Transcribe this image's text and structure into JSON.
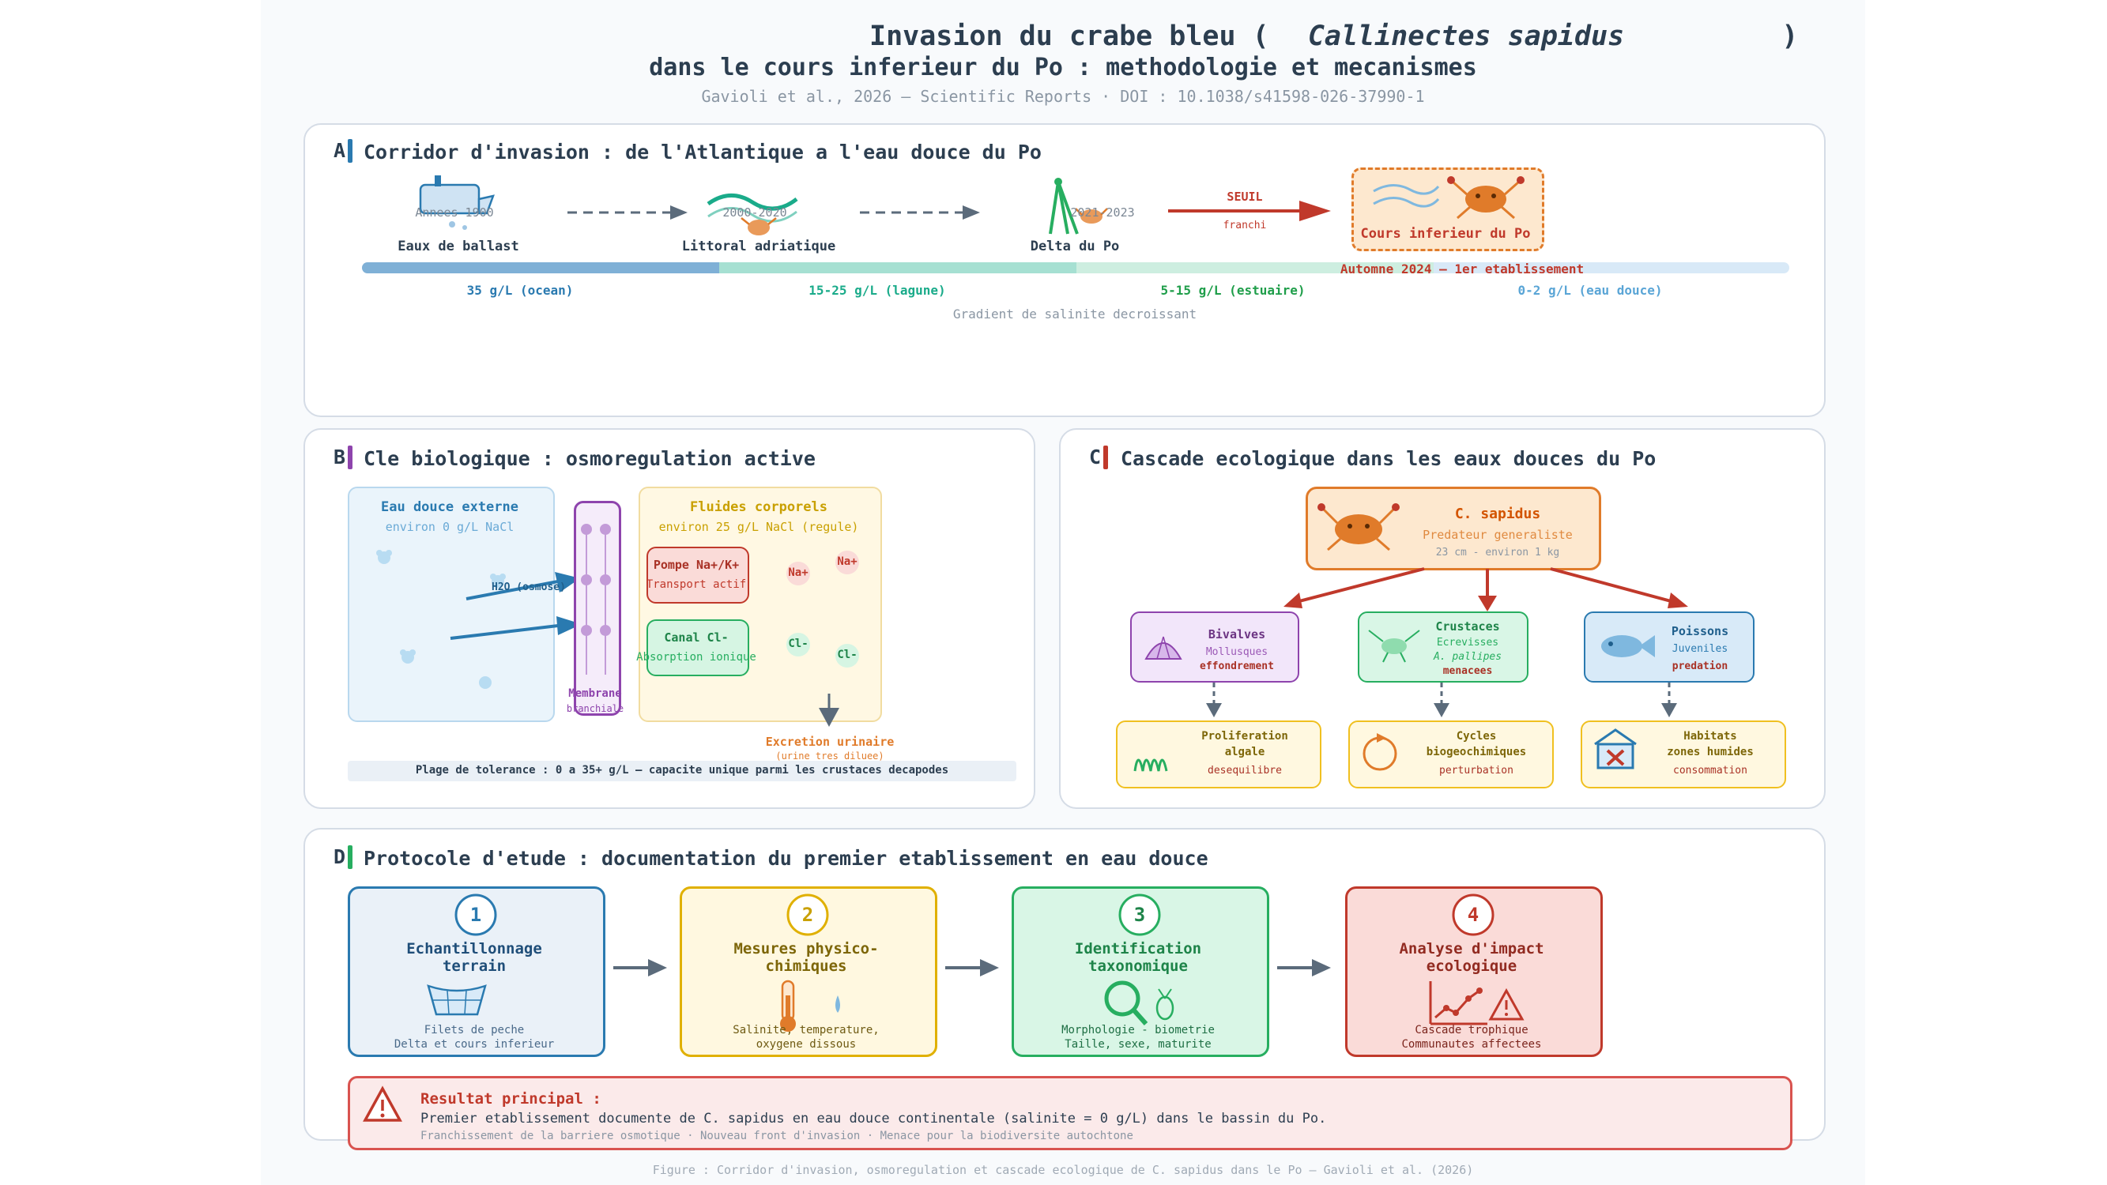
{
  "header": {
    "title_line1_pre": "Invasion du crabe bleu (",
    "title_species": "Callinectes sapidus",
    "title_line1_post": ")",
    "title_line2": "dans le cours inferieur du Po : methodologie et mecanismes",
    "citation": "Gavioli et al., 2026 — Scientific Reports · DOI : 10.1038/s41598-026-37990-1"
  },
  "panel_a": {
    "letter": "A",
    "title": "Corridor d'invasion : de l'Atlantique a l'eau douce du Po",
    "stages": [
      {
        "year": "Annees 1900",
        "label": "Eaux de ballast"
      },
      {
        "year": "2000-2020",
        "label": "Littoral adriatique"
      },
      {
        "year": "2021-2023",
        "label": "Delta du Po"
      },
      {
        "year": "",
        "label": "Cours inferieur du Po"
      }
    ],
    "threshold": {
      "label": "SEUIL",
      "sub": "franchi"
    },
    "establishment": "Automne 2024 — 1er etablissement",
    "salinity": [
      {
        "label": "35 g/L (ocean)",
        "color": "#2a7ab0"
      },
      {
        "label": "15-25 g/L (lagune)",
        "color": "#1aab8a"
      },
      {
        "label": "5-15 g/L (estuaire)",
        "color": "#1f9e4a"
      },
      {
        "label": "0-2 g/L (eau douce)",
        "color": "#5aa5d6"
      }
    ],
    "gradient_caption": "Gradient de salinite decroissant"
  },
  "panel_b": {
    "letter": "B",
    "title": "Cle biologique : osmoregulation active",
    "external": {
      "title": "Eau douce externe",
      "sub": "environ 0 g/L NaCl"
    },
    "water_flow": "H2O (osmose)",
    "membrane": {
      "label": "Membrane",
      "sub": "branchiale"
    },
    "fluids": {
      "title": "Fluides corporels",
      "sub": "environ 25 g/L NaCl (regule)"
    },
    "pump": {
      "title": "Pompe Na+/K+",
      "sub": "Transport actif"
    },
    "channel": {
      "title": "Canal Cl-",
      "sub": "Absorption ionique"
    },
    "ions": {
      "na": "Na+",
      "cl": "Cl-"
    },
    "excretion": {
      "title": "Excretion urinaire",
      "sub": "(urine tres diluee)"
    },
    "tolerance": "Plage de tolerance : 0 a 35+ g/L — capacite unique parmi les crustaces decapodes"
  },
  "panel_c": {
    "letter": "C",
    "title": "Cascade ecologique dans les eaux douces du Po",
    "predator": {
      "name": "C. sapidus",
      "role": "Predateur generaliste",
      "size": "23 cm - environ 1 kg"
    },
    "prey": [
      {
        "title": "Bivalves",
        "sub": "Mollusques",
        "effect": "effondrement"
      },
      {
        "title": "Crustaces",
        "sub": "Ecrevisses",
        "sub2": "A. pallipes",
        "effect": "menacees"
      },
      {
        "title": "Poissons",
        "sub": "Juveniles",
        "effect": "predation"
      }
    ],
    "impacts": [
      {
        "title1": "Proliferation",
        "title2": "algale",
        "effect": "desequilibre"
      },
      {
        "title1": "Cycles",
        "title2": "biogeochimiques",
        "effect": "perturbation"
      },
      {
        "title1": "Habitats",
        "title2": "zones humides",
        "effect": "consommation"
      }
    ]
  },
  "panel_d": {
    "letter": "D",
    "title": "Protocole d'etude : documentation du premier etablissement en eau douce",
    "steps": [
      {
        "num": "1",
        "title1": "Echantillonnage",
        "title2": "terrain",
        "desc1": "Filets de peche",
        "desc2": "Delta et cours inferieur"
      },
      {
        "num": "2",
        "title1": "Mesures physico-",
        "title2": "chimiques",
        "desc1": "Salinite, temperature,",
        "desc2": "oxygene dissous"
      },
      {
        "num": "3",
        "title1": "Identification",
        "title2": "taxonomique",
        "desc1": "Morphologie - biometrie",
        "desc2": "Taille, sexe, maturite"
      },
      {
        "num": "4",
        "title1": "Analyse d'impact",
        "title2": "ecologique",
        "desc1": "Cascade trophique",
        "desc2": "Communautes affectees"
      }
    ],
    "result": {
      "title": "Resultat principal :",
      "text": "Premier etablissement documente de C. sapidus en eau douce continentale (salinite = 0 g/L) dans le bassin du Po.",
      "sub": "Franchissement de la barriere osmotique · Nouveau front d'invasion · Menace pour la biodiversite autochtone"
    }
  },
  "footer": {
    "caption": "Figure : Corridor d'invasion, osmoregulation et cascade ecologique de C. sapidus dans le Po — Gavioli et al. (2026)"
  },
  "colors": {
    "blue": "#2a7ab0",
    "teal": "#1aab8a",
    "orange": "#e07b2a",
    "red": "#c0392b",
    "green": "#27ae60",
    "purple": "#8e44ad",
    "yellow": "#e0b000",
    "navy": "#2c3e50"
  }
}
